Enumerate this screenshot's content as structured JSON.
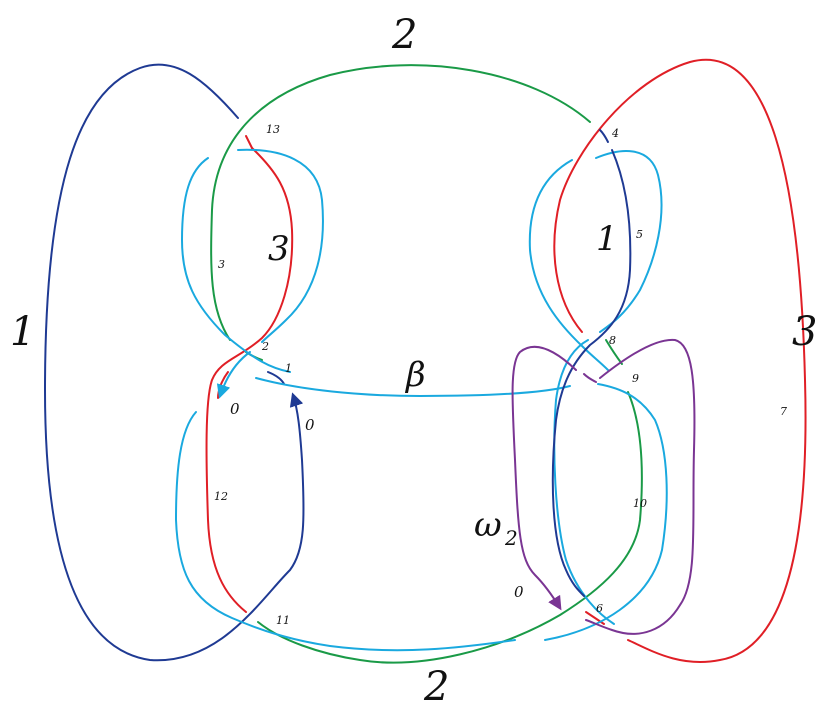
{
  "colors": {
    "blue": "#1f3a93",
    "green": "#1a9a47",
    "red": "#e01f26",
    "cyan": "#1aa9df",
    "purple": "#7a3593"
  },
  "labels": {
    "component_blue_left": "1",
    "component_green_top": "2",
    "component_green_bottom": "2",
    "component_red_right": "3",
    "component_red_left_inner": "3",
    "component_blue_right_inner": "1",
    "beta": "β",
    "omega": "ω",
    "omega_sub": "2"
  },
  "crossings": [
    "1",
    "2",
    "3",
    "4",
    "5",
    "6",
    "7",
    "8",
    "9",
    "10",
    "11",
    "12",
    "13"
  ],
  "basepoint_labels": {
    "cyan_arrow": "0",
    "blue_arrow": "0",
    "purple_arrow": "0"
  }
}
